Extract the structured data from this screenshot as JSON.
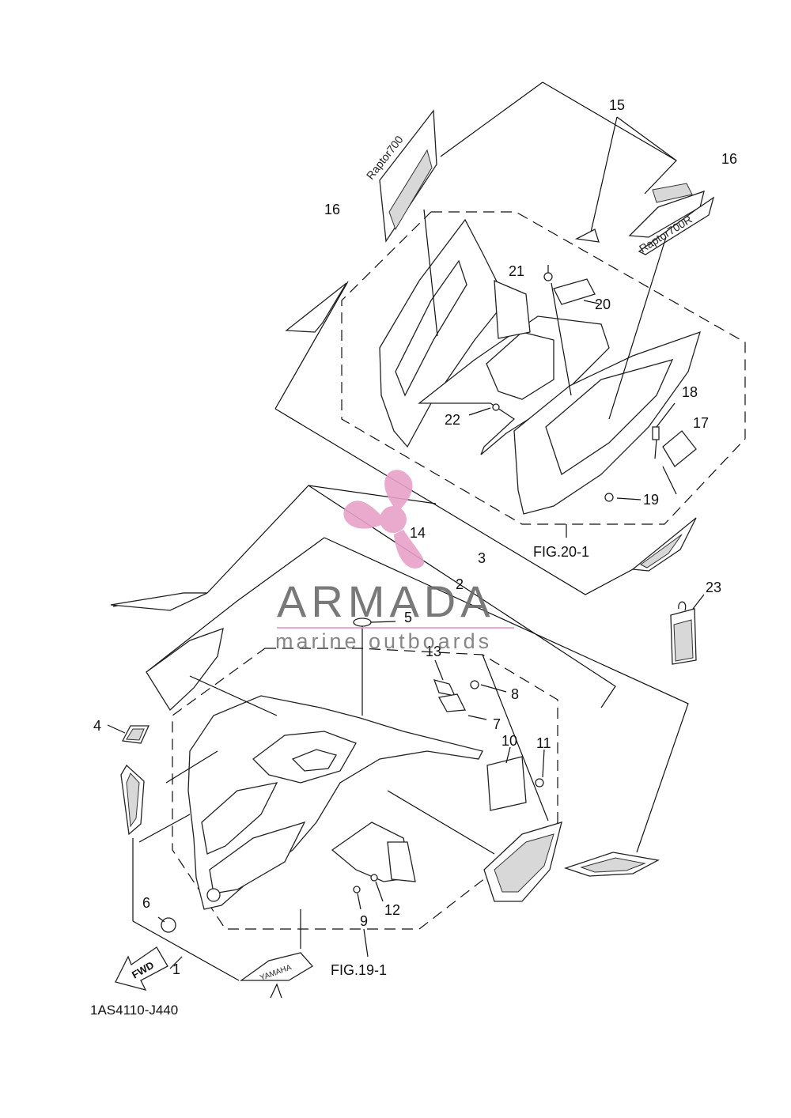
{
  "drawing_code": "1AS4110-J440",
  "figure_refs": {
    "fig_20": "FIG.20-1",
    "fig_19": "FIG.19-1"
  },
  "fwd_arrow_text": "FWD",
  "callouts": [
    "1",
    "2",
    "3",
    "4",
    "5",
    "6",
    "7",
    "8",
    "9",
    "10",
    "11",
    "12",
    "13",
    "14",
    "15",
    "16",
    "16",
    "17",
    "18",
    "19",
    "20",
    "21",
    "22",
    "23"
  ],
  "decal_text": {
    "raptor_left": "Raptor700",
    "raptor_right": "Raptor700R",
    "yamaha": "YAMAHA"
  },
  "watermark": {
    "name": "ARMADA",
    "tagline": "marine outboards",
    "logo_color": "#e7a1c9",
    "text_color": "#6b6b6b"
  }
}
